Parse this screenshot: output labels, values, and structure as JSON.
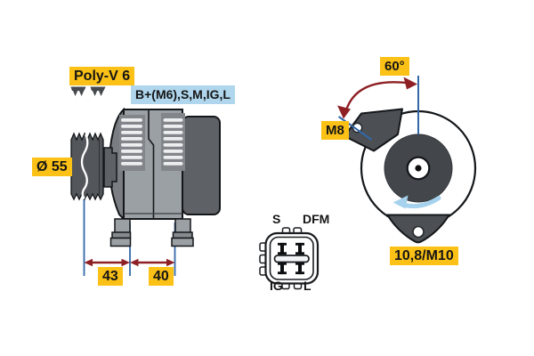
{
  "side_view": {
    "belt_label": "Poly-V 6",
    "terminals_label": "B+(M6),S,M,IG,L",
    "pulley_diameter_label": "Ø 55",
    "dimensions": {
      "left_mm": "43",
      "right_mm": "40"
    }
  },
  "rear_view": {
    "mount_angle_label": "60°",
    "upper_mount_thread_label": "M8",
    "lower_mount_hole_label": "10,8/M10"
  },
  "connector": {
    "top_left_pin": "S",
    "top_right_pin": "DFM",
    "bottom_left_pin": "IG",
    "bottom_right_pin": "L"
  },
  "icons": {
    "belt_profile": "poly-v-belt-cross-section",
    "rotation_direction": "counterclockwise-rotation-arrow"
  },
  "colors": {
    "highlight_yellow": "#FBC116",
    "highlight_blue": "#AFD6ED",
    "dimension_line_blue": "#3268A8",
    "dimension_arrow_red": "#8E2025",
    "rotation_arrow_blue": "#A6D2EE",
    "housing_gray": "#9BA0A4",
    "rear_housing_gray": "#5E6266",
    "pulley_gray": "#53575B"
  }
}
